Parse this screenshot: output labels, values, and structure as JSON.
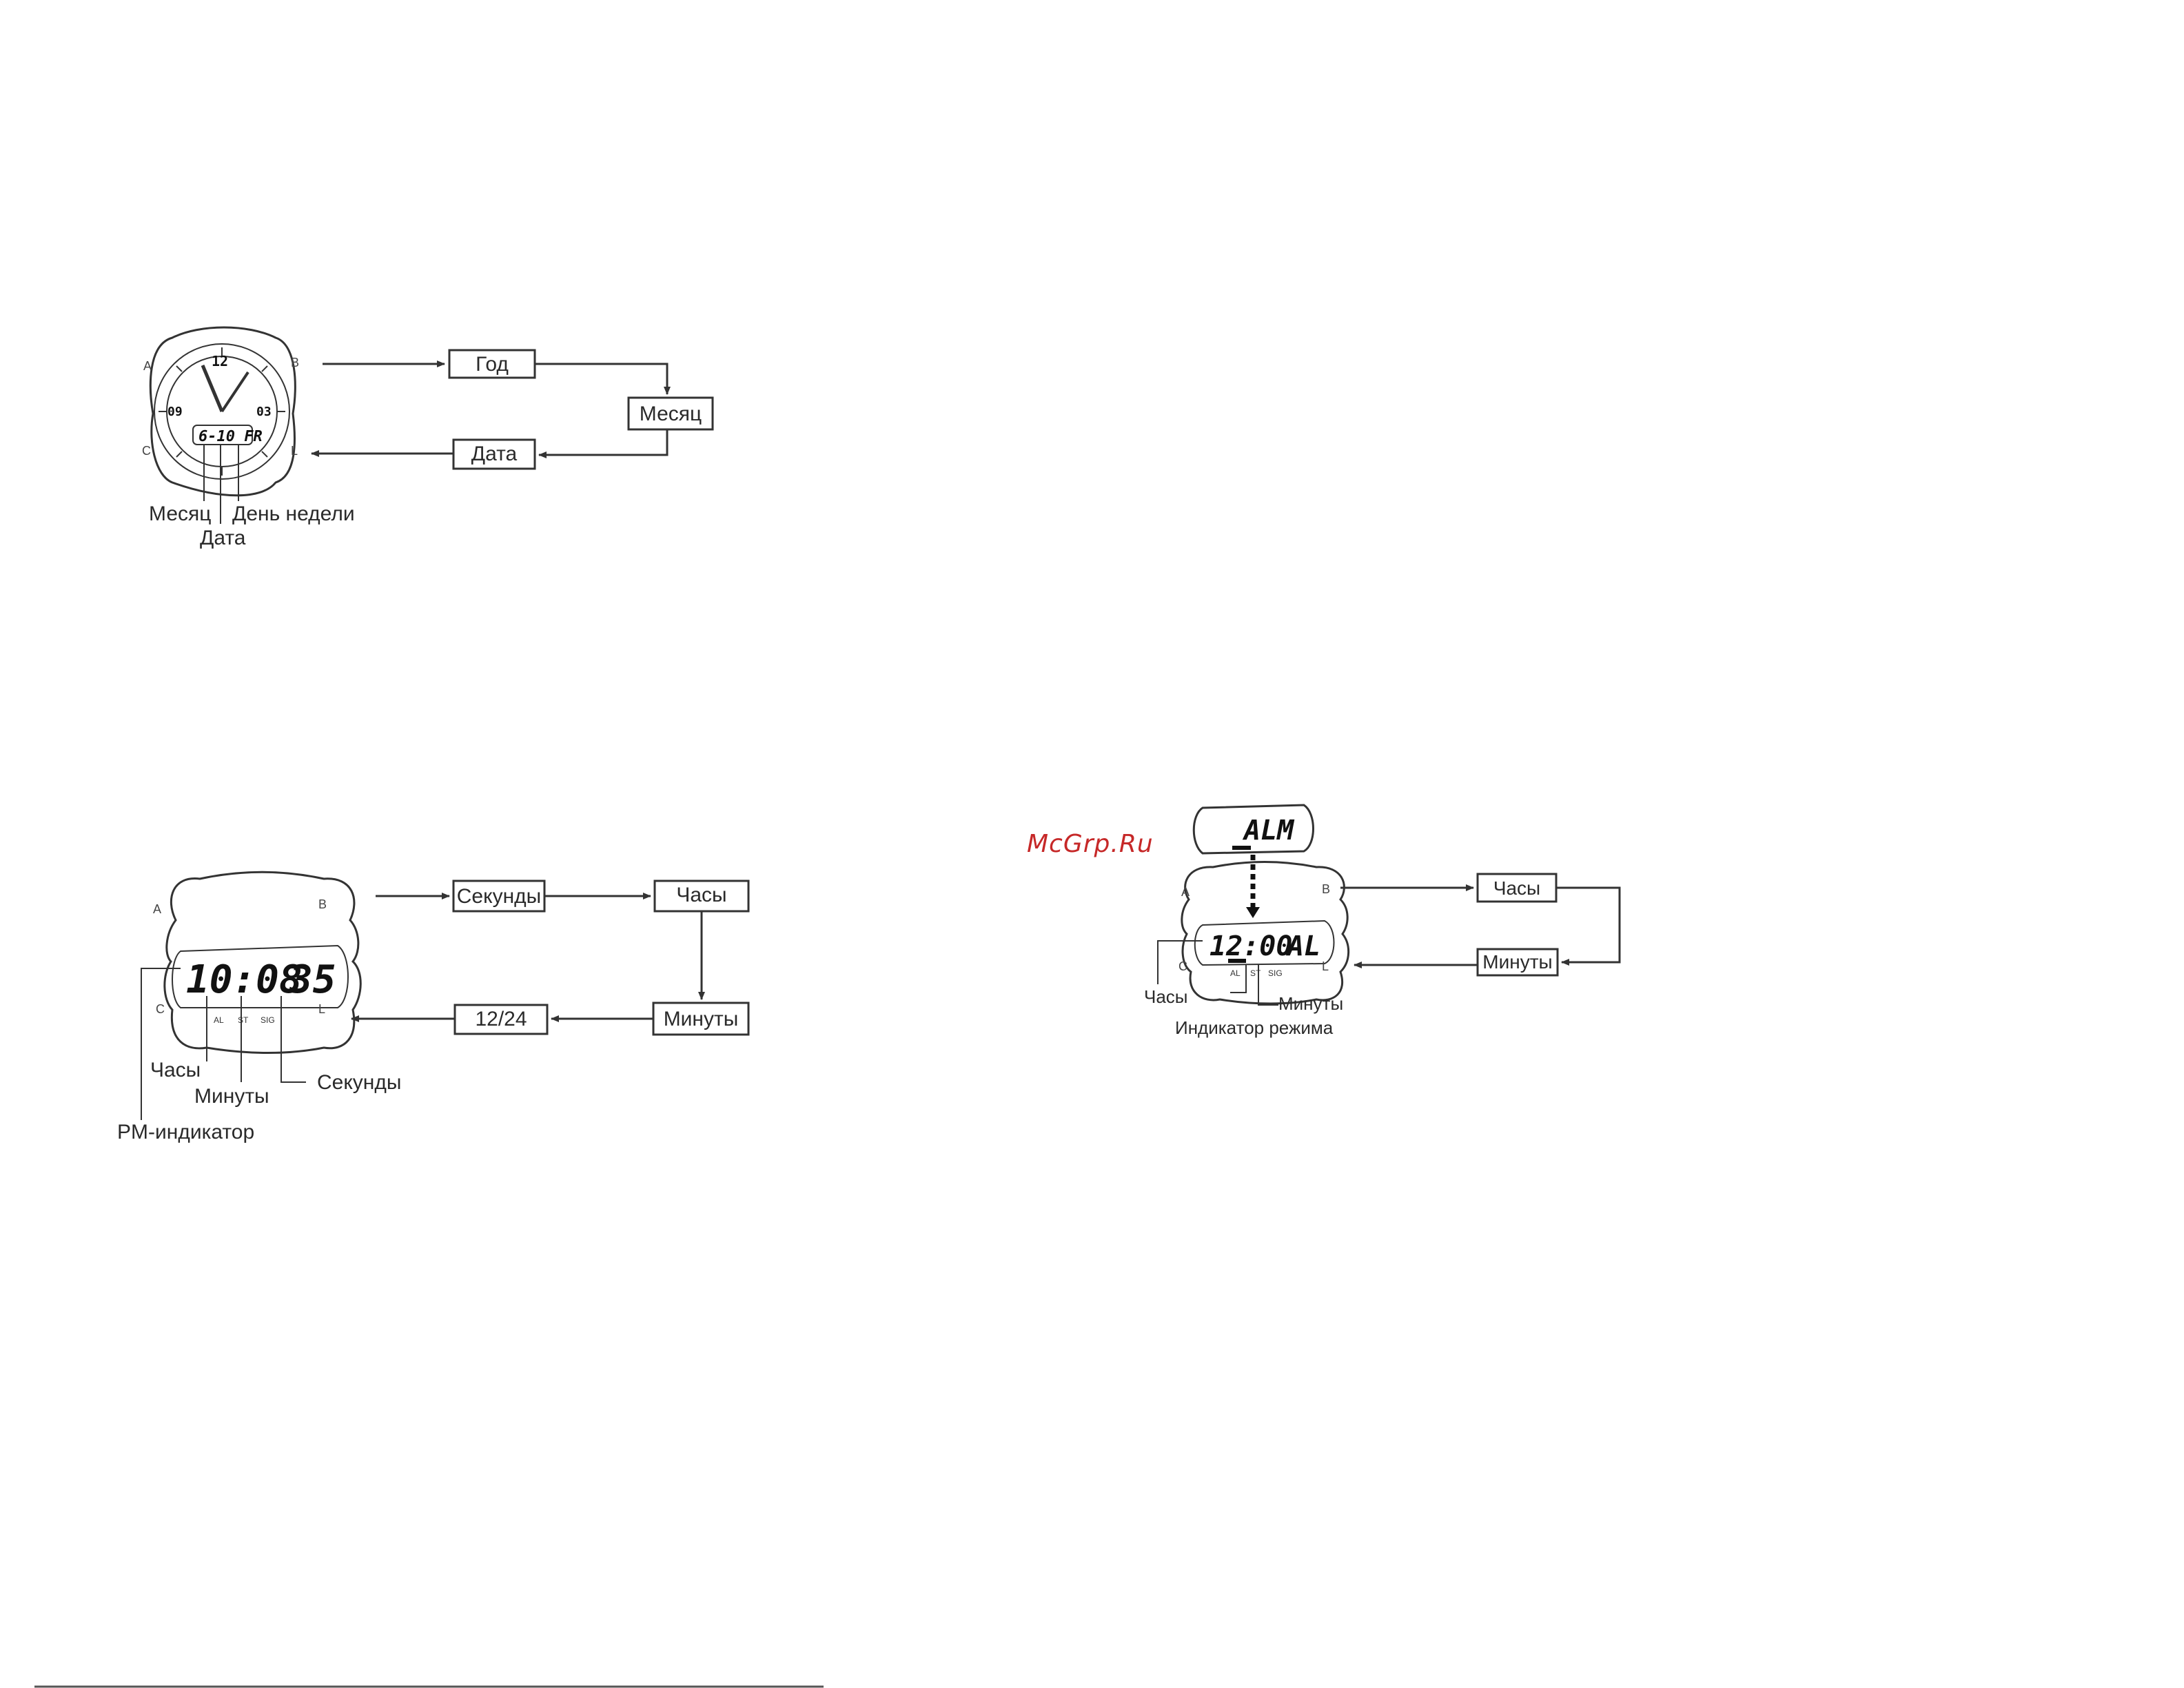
{
  "watermark": "McGrp.Ru",
  "colors": {
    "watermark": "#c62828",
    "ink": "#333333"
  },
  "diagram1": {
    "buttons": [
      "A",
      "B",
      "C",
      "L"
    ],
    "flow": {
      "year": "Год",
      "month": "Месяц",
      "date": "Дата"
    },
    "dial": {
      "top": "12",
      "left": "09",
      "right": "03",
      "lcd": "6-10 FR"
    },
    "callouts": {
      "month": "Месяц",
      "date": "Дата",
      "weekday": "День недели"
    }
  },
  "diagram2": {
    "buttons": [
      "A",
      "B",
      "C",
      "L"
    ],
    "flow": {
      "seconds": "Секунды",
      "hours": "Часы",
      "minutes": "Минуты",
      "mode_12_24": "12/24"
    },
    "lcd": {
      "time": "10:08",
      "sec": "35",
      "marks": [
        "AL",
        "ST",
        "SIG"
      ]
    },
    "callouts": {
      "hours": "Часы",
      "minutes": "Минуты",
      "seconds": "Секунды",
      "pm": "PM-индикатор"
    }
  },
  "diagram3": {
    "buttons": [
      "A",
      "B",
      "C",
      "L"
    ],
    "top_lcd": "ALM",
    "lcd": {
      "time": "12:00",
      "mode": "AL",
      "marks": [
        "AL",
        "ST",
        "SIG"
      ]
    },
    "flow": {
      "hours": "Часы",
      "minutes": "Минуты"
    },
    "callouts": {
      "hours": "Часы",
      "minutes": "Минуты",
      "mode_indicator": "Индикатор режима"
    }
  }
}
